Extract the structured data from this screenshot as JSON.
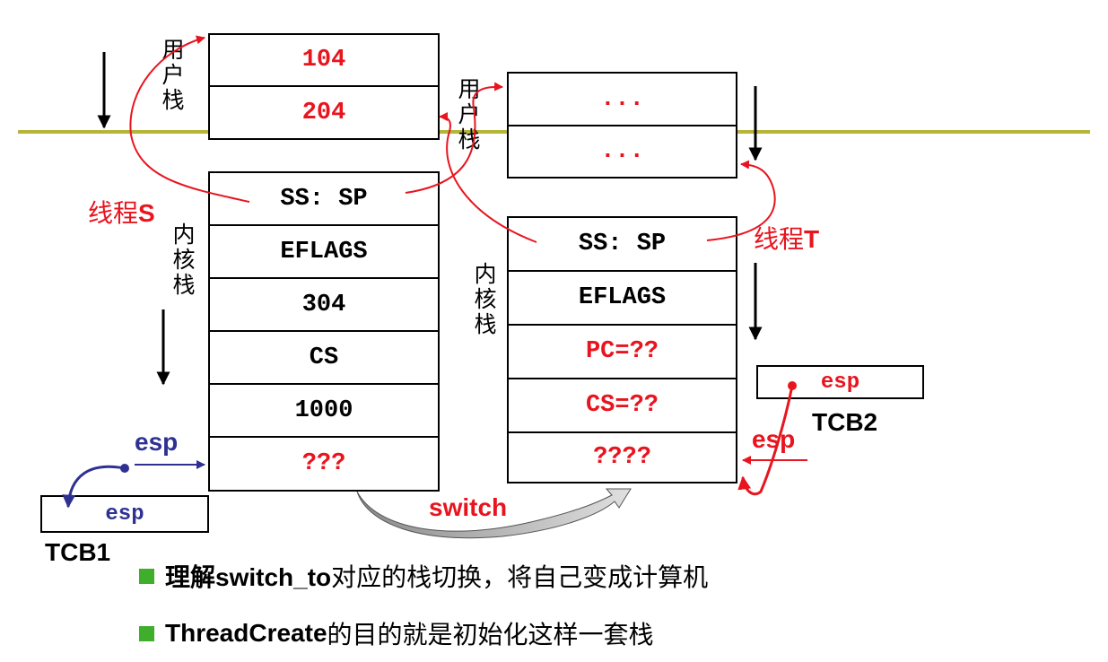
{
  "labels": {
    "user_stack": "用户栈",
    "kernel_stack": "内核栈",
    "thread_s_prefix": "线程",
    "thread_s_letter": "S",
    "thread_t_prefix": "线程",
    "thread_t_letter": "T",
    "tcb1": "TCB1",
    "tcb2": "TCB2",
    "esp_left": "esp",
    "esp_right": "esp",
    "switch": "switch"
  },
  "left_user_stack": [
    "104",
    "204"
  ],
  "left_kernel_stack": [
    "SS: SP",
    "EFLAGS",
    "304",
    "CS",
    "1000",
    "???"
  ],
  "right_user_stack": [
    "...",
    "..."
  ],
  "right_kernel_stack": [
    "SS: SP",
    "EFLAGS",
    "PC=??",
    "CS=??",
    "????"
  ],
  "tcb1_field": "esp",
  "tcb2_field": "esp",
  "bullets": [
    {
      "bold": "理解switch_to",
      "rest": "对应的栈切换，将自己变成计算机"
    },
    {
      "bold": "ThreadCreate",
      "rest": "的目的就是初始化这样一套栈"
    }
  ],
  "colors": {
    "red": "#e8141e",
    "blue": "#2e3192",
    "olive_line": "#b5b53a",
    "bullet_green": "#3fae2a"
  }
}
